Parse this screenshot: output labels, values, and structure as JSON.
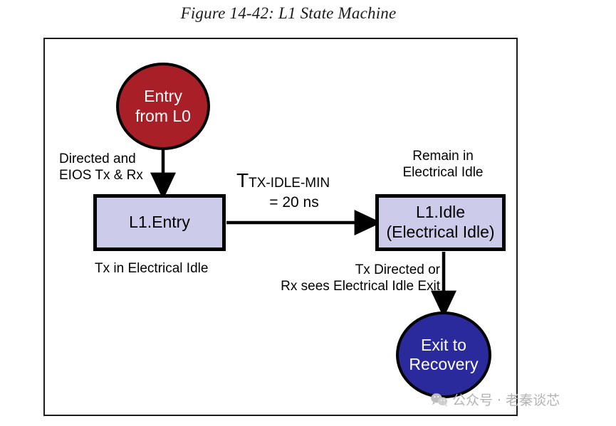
{
  "figure": {
    "title": "Figure 14-42: L1 State Machine"
  },
  "colors": {
    "entry_node_fill": "#a81f28",
    "exit_node_fill": "#2a2a9c",
    "state_box_fill": "#ccccea",
    "stroke": "#000000",
    "frame": "#1b1b1b",
    "watermark": "#b3b3b3"
  },
  "nodes": {
    "entry_from_l0": {
      "shape": "circle",
      "line1": "Entry",
      "line2": "from L0"
    },
    "l1_entry": {
      "shape": "box",
      "line1": "L1.Entry"
    },
    "l1_idle": {
      "shape": "box",
      "line1": "L1.Idle",
      "line2": "(Electrical Idle)"
    },
    "exit_to_recovery": {
      "shape": "circle",
      "line1": "Exit to",
      "line2": "Recovery"
    }
  },
  "edges": {
    "entry_to_l1entry": {
      "label_line1": "Directed and",
      "label_line2": "EIOS Tx & Rx",
      "direction": "down"
    },
    "l1entry_to_l1idle": {
      "timing_symbol": "T",
      "timing_subscript": "TX-IDLE-MIN",
      "timing_value": "= 20 ns",
      "direction": "right"
    },
    "l1idle_self": {
      "label_line1": "Remain in",
      "label_line2": "Electrical Idle"
    },
    "l1idle_to_exit": {
      "label_line1": "Tx Directed or",
      "label_line2": "Rx sees Electrical Idle Exit",
      "direction": "down"
    }
  },
  "annotations": {
    "tx_in_electrical_idle": "Tx in Electrical Idle"
  },
  "watermark": {
    "icon": "wechat-icon",
    "separator": "·",
    "text": "公众号 · 老秦谈芯",
    "account_label": "公众号",
    "account_name": "老秦谈芯"
  }
}
